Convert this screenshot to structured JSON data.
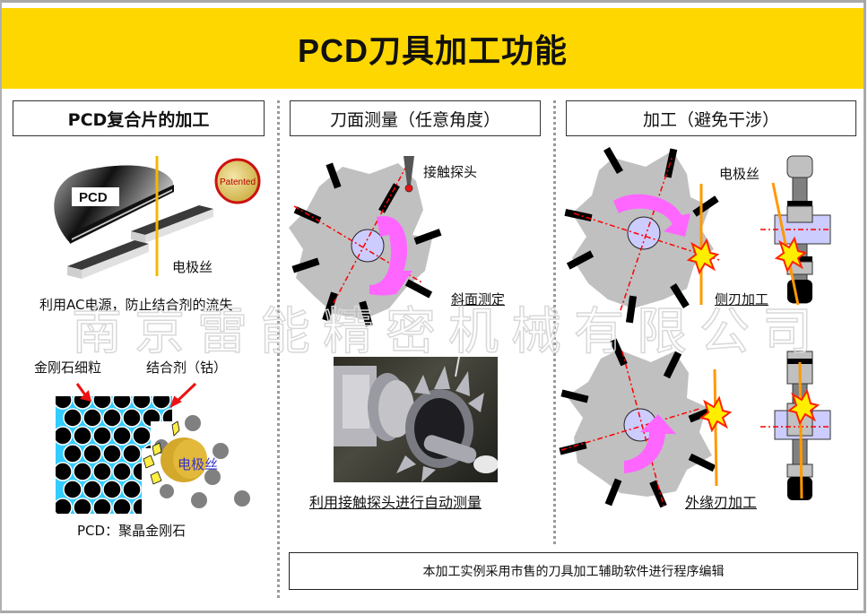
{
  "banner": {
    "title": "PCD刀具加工功能",
    "color": "#ffd700"
  },
  "watermark": "南京雷能精密机械有限公司",
  "sections": [
    {
      "id": "pcd-composite",
      "header": "PCD复合片的加工",
      "top_diagram": {
        "disc_label": "PCD",
        "badge": "Patented",
        "wire_label": "电极丝",
        "caption": "利用AC电源，防止结合剂的流失"
      },
      "bottom_diagram": {
        "label_left": "金刚石细粒",
        "label_right": "结合剂（钴）",
        "wire_label": "电极丝",
        "caption": "PCD：聚晶金刚石"
      }
    },
    {
      "id": "face-measure",
      "header": "刀面测量（任意角度）",
      "top_diagram": {
        "probe_label": "接触探头",
        "caption": "斜面测定"
      },
      "photo_caption": "利用接触探头进行自动测量"
    },
    {
      "id": "interference-avoid",
      "header": "加工（避免干涉）",
      "top_diagram": {
        "wire_label": "电极丝",
        "caption": "侧刃加工"
      },
      "bottom_diagram": {
        "caption": "外缘刃加工"
      }
    }
  ],
  "footer": {
    "note": "本加工实例采用市售的刀具加工辅助软件进行程序编辑"
  },
  "colors": {
    "wire_yellow": "#f5b800",
    "wire_orange": "#ff9900",
    "arrow_magenta": "#ff66ff",
    "hub_lavender": "#ccccff",
    "cutter_gray": "#c0c0c0",
    "centerline_red": "#ff0000",
    "binder_cyan": "#33ccff"
  }
}
